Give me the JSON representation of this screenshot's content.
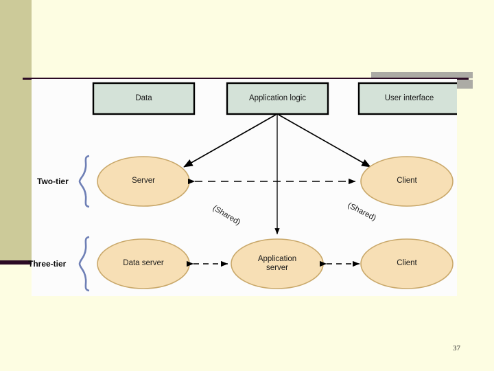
{
  "slide": {
    "page_number": "37",
    "background_color": "#FDFDE2",
    "sidebar_color": "#CCCA99",
    "rule_color": "#2B0A24",
    "accent_gray": "#ACABA5"
  },
  "diagram": {
    "canvas_background": "#FCFCFC",
    "layer_box_fill": "#D4E2D8",
    "layer_box_stroke": "#000000",
    "node_fill": "#F7DFB5",
    "node_stroke": "#C9A86A",
    "brace_color": "#6E7FB5",
    "layers": [
      {
        "label": "Data"
      },
      {
        "label": "Application logic"
      },
      {
        "label": "User interface"
      }
    ],
    "annotations": [
      {
        "label": "(Shared)",
        "name": "shared-label-left"
      },
      {
        "label": "(Shared)",
        "name": "shared-label-right"
      }
    ],
    "tiers": [
      {
        "label": "Two-tier",
        "nodes": [
          {
            "label": "Server"
          },
          {
            "label": "Client"
          }
        ]
      },
      {
        "label": "Three-tier",
        "nodes": [
          {
            "label": "Data server"
          },
          {
            "label": "Application\nserver"
          },
          {
            "label": "Client"
          }
        ]
      }
    ]
  }
}
